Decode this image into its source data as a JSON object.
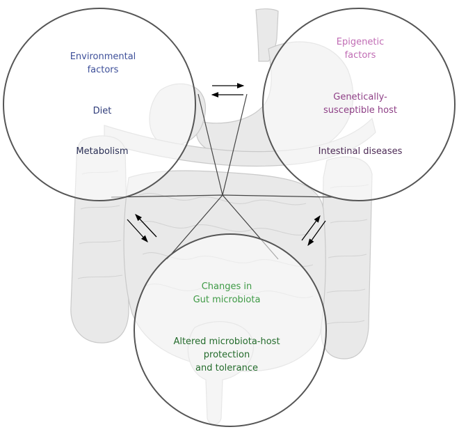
{
  "circles": {
    "environmental": {
      "lines": [
        "Environmental",
        "factors",
        "Diet",
        "Metabolism"
      ]
    },
    "epigenetic": {
      "lines": [
        "Epigenetic",
        "factors",
        "Genetically-",
        "susceptible host",
        "Intestinal diseases"
      ]
    },
    "microbiota": {
      "lines": [
        "Changes in",
        "Gut microbiota",
        "Altered microbiota-host",
        "protection",
        "and tolerance"
      ]
    }
  },
  "colors": {
    "environmental": "#3d4f99",
    "diet": "#2f3c7a",
    "metabolism": "#2a2f55",
    "epigenetic": "#c06cb4",
    "genetic": "#8e3f86",
    "intestinal": "#4c2a55",
    "microbiota_top": "#3e9a45",
    "microbiota_bottom": "#236b2b",
    "circle_stroke": "#555555",
    "organ_fill": "#e9e9e9",
    "organ_stroke": "#c9c9c9"
  },
  "icons": [
    "double-arrow-icon"
  ]
}
